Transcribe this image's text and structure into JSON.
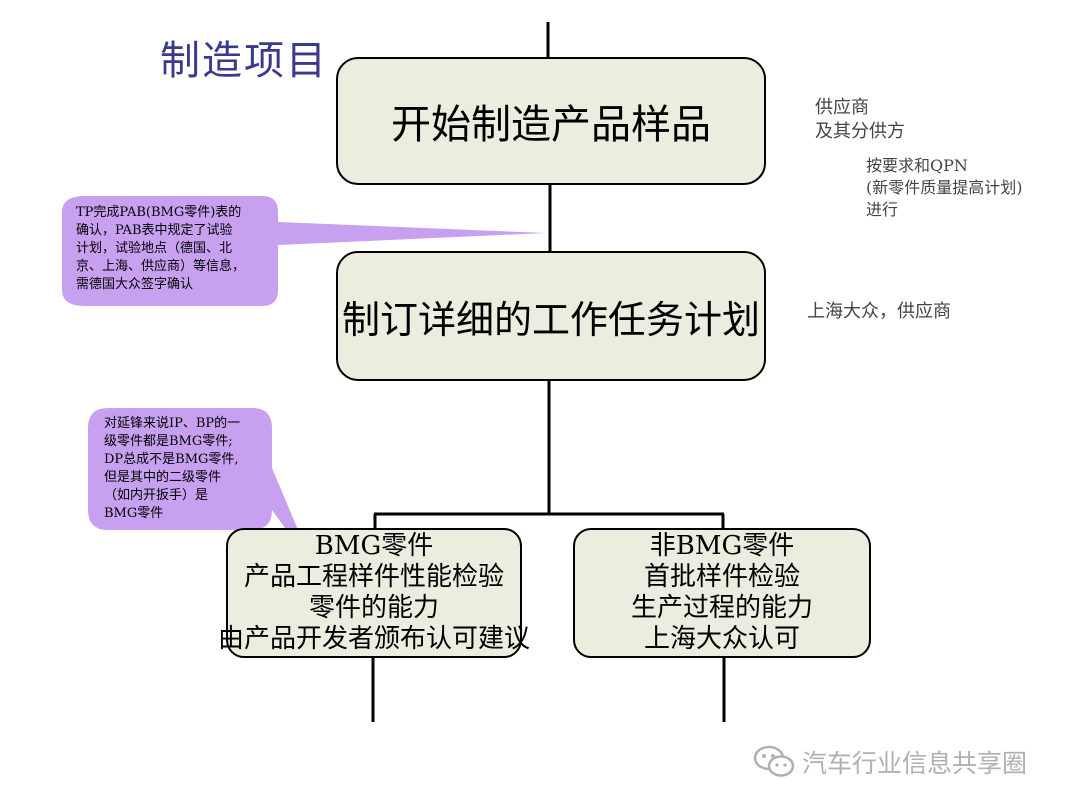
{
  "title": "制造项目",
  "boxes": {
    "top": "开始制造产品样品",
    "middle": "制订详细的工作任务计划",
    "left": [
      "BMG零件",
      "产品工程样件性能检验",
      "零件的能力",
      "由产品开发者颁布认可建议"
    ],
    "right": [
      "非BMG零件",
      "首批样件检验",
      "生产过程的能力",
      "上海大众认可"
    ]
  },
  "side_notes": {
    "supplier": [
      "供应商",
      "及其分供方"
    ],
    "qpn": [
      "按要求和QPN",
      "(新零件质量提高计划)",
      "进行"
    ],
    "middle_right": "上海大众，供应商"
  },
  "callouts": {
    "upper": [
      "TP完成PAB(BMG零件)表的",
      "确认，PAB表中规定了试验",
      "计划，试验地点（德国、北",
      "京、上海、供应商）等信息，",
      "需德国大众签字确认"
    ],
    "lower": [
      "对延锋来说IP、BP的一",
      "级零件都是BMG零件;",
      "DP总成不是BMG零件,",
      "但是其中的二级零件",
      "（如内开扳手）是",
      "BMG零件"
    ]
  },
  "colors": {
    "box_fill": "#ececdf",
    "callout_fill": "#c7a0f0",
    "title_color": "#3a3a8c",
    "watermark": "#b0b0b0"
  },
  "watermark": {
    "text": "汽车行业信息共享圈",
    "icon": "wechat-icon"
  }
}
